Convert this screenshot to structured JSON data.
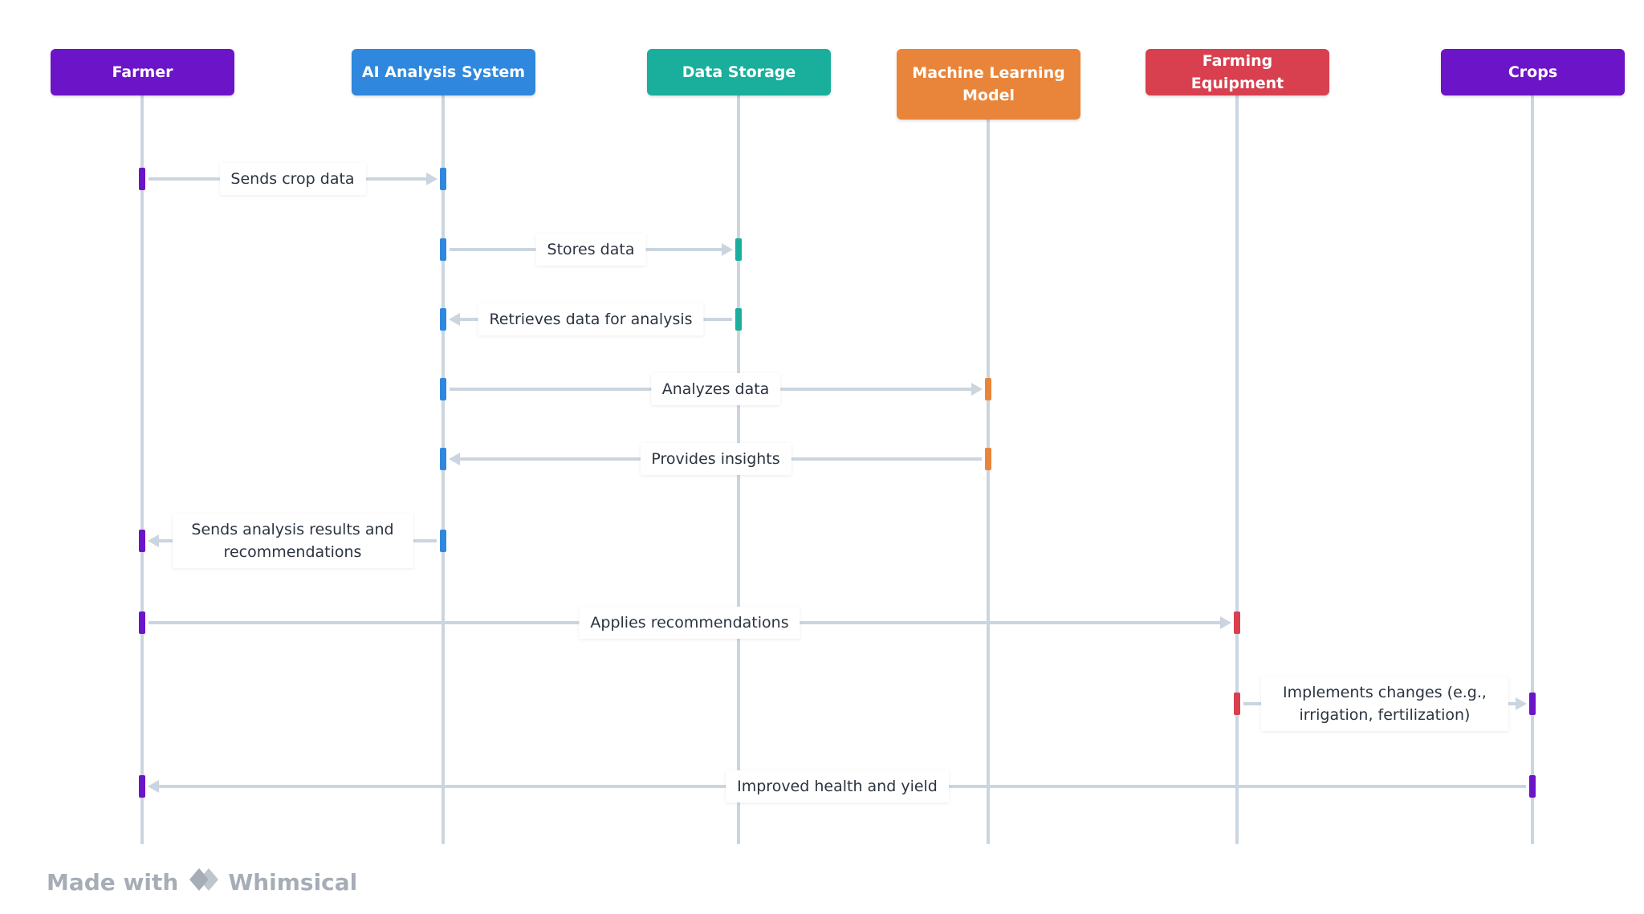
{
  "participants": [
    {
      "label": "Farmer",
      "color": "#6c14c8"
    },
    {
      "label": "AI Analysis System",
      "color": "#2f88dd"
    },
    {
      "label": "Data Storage",
      "color": "#1aae9c"
    },
    {
      "label": "Machine Learning Model",
      "color": "#e9853a"
    },
    {
      "label": "Farming Equipment",
      "color": "#d8404f"
    },
    {
      "label": "Crops",
      "color": "#6c14c8"
    }
  ],
  "messages": [
    {
      "text": "Sends crop data",
      "from": 0,
      "to": 1
    },
    {
      "text": "Stores data",
      "from": 1,
      "to": 2
    },
    {
      "text": "Retrieves data for analysis",
      "from": 2,
      "to": 1
    },
    {
      "text": "Analyzes data",
      "from": 1,
      "to": 3
    },
    {
      "text": "Provides insights",
      "from": 3,
      "to": 1
    },
    {
      "text": "Sends analysis results and recommendations",
      "from": 1,
      "to": 0
    },
    {
      "text": "Applies recommendations",
      "from": 0,
      "to": 4
    },
    {
      "text": "Implements changes (e.g., irrigation, fertilization)",
      "from": 4,
      "to": 5
    },
    {
      "text": "Improved health and yield",
      "from": 5,
      "to": 0
    }
  ],
  "footer": {
    "made_with": "Made with",
    "brand": "Whimsical",
    "logo_icon": "whimsical-logo-icon"
  }
}
